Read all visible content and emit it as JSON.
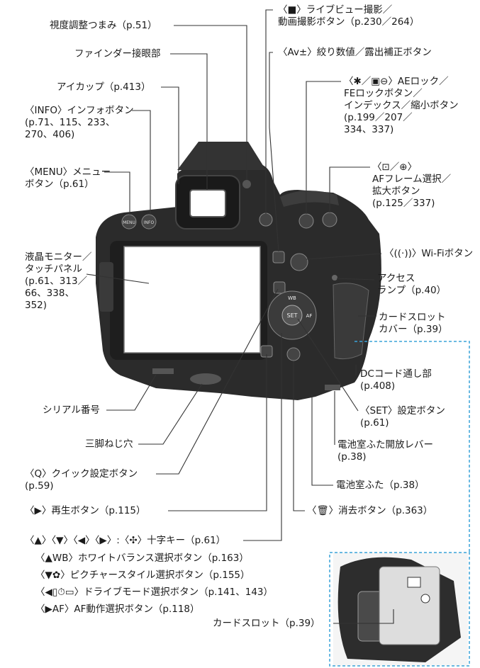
{
  "labels": {
    "diopter": "視度調整つまみ（p.51）",
    "eyepiece": "ファインダー接眼部",
    "eyecup": "アイカップ（p.413）",
    "info": "〈INFO〉インフォボタン\n(p.71、115、233、\n270、406)",
    "menu": "〈MENU〉メニュー\nボタン（p.61）",
    "lcd": "液晶モニター／\nタッチパネル\n(p.61、313／\n66、338、\n352)",
    "serial": "シリアル番号",
    "tripod": "三脚ねじ穴",
    "quick": "〈Q〉クイック設定ボタン\n(p.59)",
    "play": "〈▶〉再生ボタン（p.115）",
    "liveview": "〈■〉ライブビュー撮影／\n動画撮影ボタン（p.230／264）",
    "av": "〈Av±〉絞り数値／露出補正ボタン",
    "ae_lock": "〈✱／▣⊖〉AEロック／\nFEロックボタン／\nインデックス／縮小ボタン\n(p.199／207／\n334、337)",
    "af_point": "〈⊡／⊕〉\nAFフレーム選択／\n拡大ボタン\n(p.125／337)",
    "wifi": "〈((·))〉Wi-Fiボタン",
    "access": "アクセス\nランプ（p.40）",
    "card_cover": "カードスロット\nカバー（p.39）",
    "dc": "DCコード通し部\n(p.408)",
    "set": "〈SET〉設定ボタン\n(p.61)",
    "battery_lever": "電池室ふた開放レバー\n(p.38)",
    "battery_cover": "電池室ふた（p.38）",
    "erase": "〈🗑〉消去ボタン（p.363）",
    "card_slot": "カードスロット（p.39）",
    "cross_keys": "〈▲〉〈▼〉〈◀〉〈▶〉:〈✣〉十字キー（p.61）",
    "wb": "〈▲WB〉ホワイトバランス選択ボタン（p.163）",
    "picture_style": "〈▼✿〉ピクチャースタイル選択ボタン（p.155）",
    "drive": "〈◀▯⏱▭〉ドライブモード選択ボタン（p.141、143）",
    "af_mode": "〈▶AF〉AF動作選択ボタン（p.118）"
  },
  "camera": {
    "buttons": {
      "menu": "MENU",
      "info": "INFO",
      "wb": "WB",
      "set": "SET",
      "af": "AF"
    }
  },
  "colors": {
    "line": "#333333",
    "dashed": "#3aa3d9",
    "body": "#2a2a2a",
    "screen": "#ffffff"
  }
}
